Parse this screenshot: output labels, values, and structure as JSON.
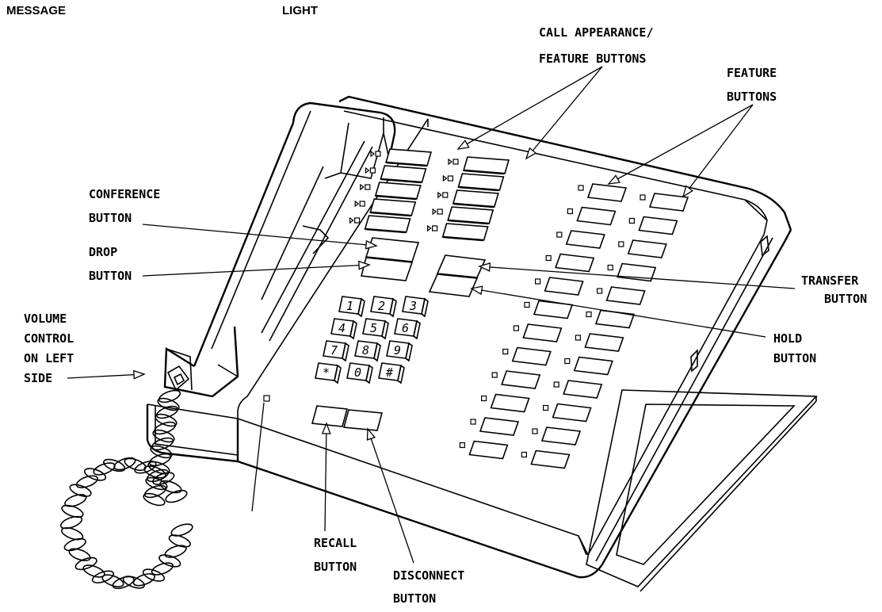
{
  "labels": {
    "message": "MESSAGE",
    "light": "LIGHT",
    "call_appearance_1": "CALL APPEARANCE/",
    "call_appearance_2": "FEATURE BUTTONS",
    "feature_1": "FEATURE",
    "feature_2": "BUTTONS",
    "conference_1": "CONFERENCE",
    "conference_2": "BUTTON",
    "drop_1": "DROP",
    "drop_2": "BUTTON",
    "volume_1": "VOLUME",
    "volume_2": "CONTROL",
    "volume_3": "ON LEFT",
    "volume_4": "SIDE",
    "transfer_1": "TRANSFER",
    "transfer_2": "BUTTON",
    "hold_1": "HOLD",
    "hold_2": "BUTTON",
    "recall_1": "RECALL",
    "recall_2": "BUTTON",
    "disconnect_1": "DISCONNECT",
    "disconnect_2": "BUTTON"
  },
  "keypad": [
    "1",
    "2",
    "3",
    "4",
    "5",
    "6",
    "7",
    "8",
    "9",
    "*",
    "0",
    "#"
  ]
}
